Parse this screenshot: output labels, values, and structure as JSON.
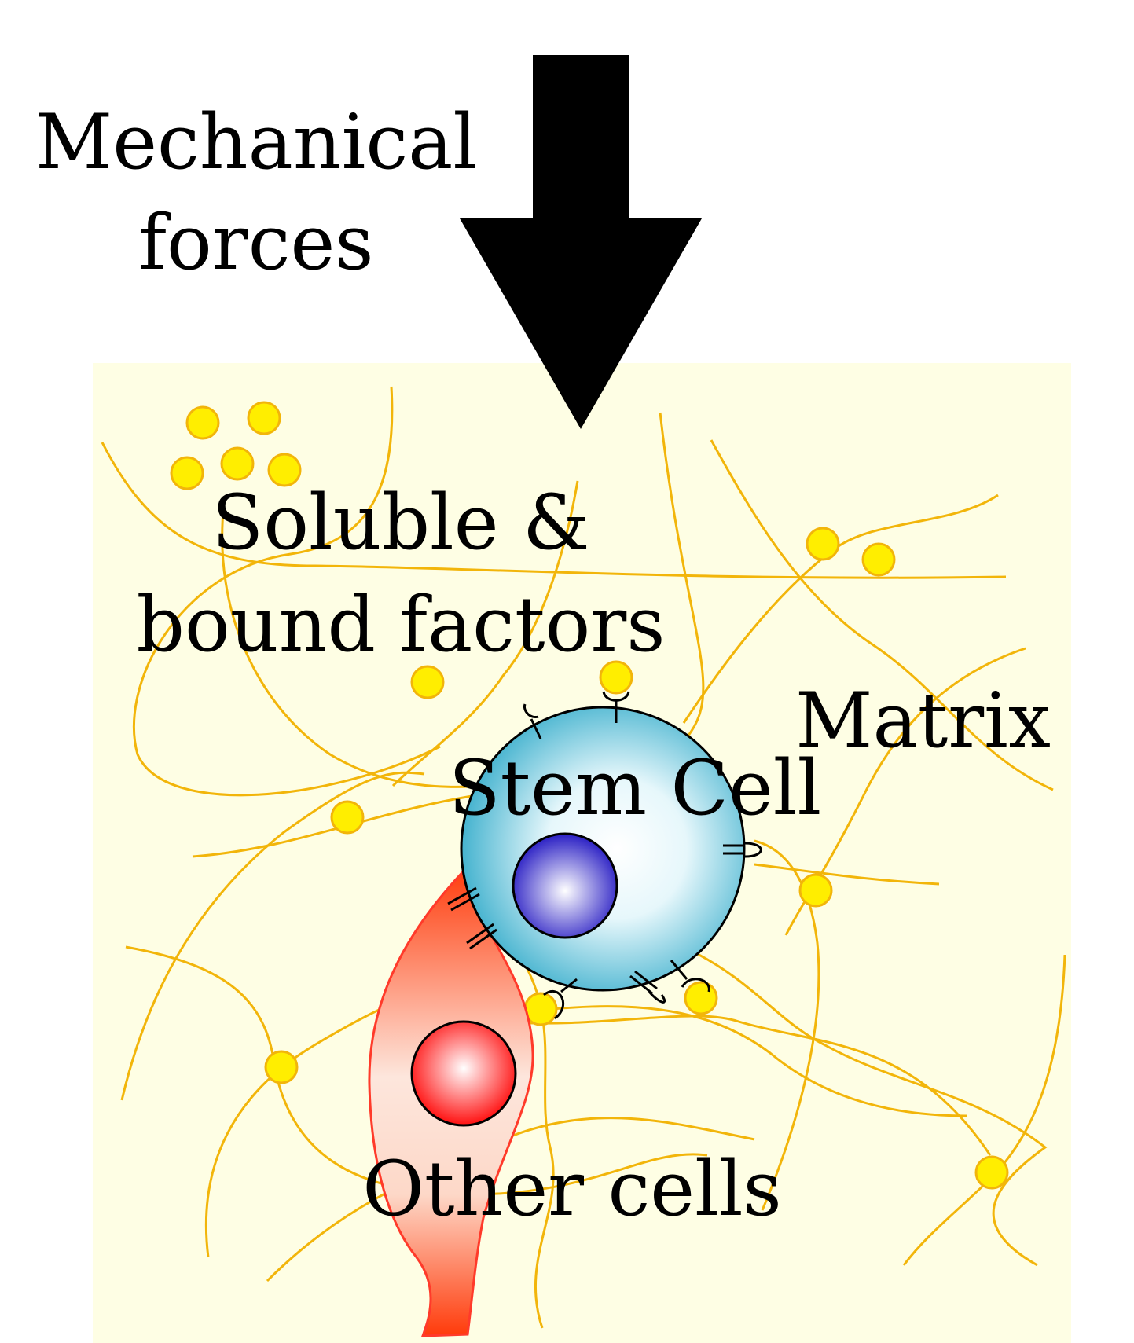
{
  "labels": {
    "mechanical_line1": "Mechanical",
    "mechanical_line2": "forces",
    "factors_line1": "Soluble &",
    "factors_line2": "bound factors",
    "matrix": "Matrix",
    "stem_cell": "Stem Cell",
    "other_cells": "Other cells"
  },
  "colors": {
    "matrix_background": "#fefee4",
    "fiber": "#f2b50a",
    "factor_fill": "#ffee00",
    "factor_stroke": "#f2b50a",
    "arrow": "#000000",
    "stem_cell_outer": "#44b4d0",
    "stem_cell_center": "#ffffff",
    "stem_nucleus": "#2a20c0",
    "other_cell": "#ff4010",
    "other_nucleus": "#ff1010"
  }
}
